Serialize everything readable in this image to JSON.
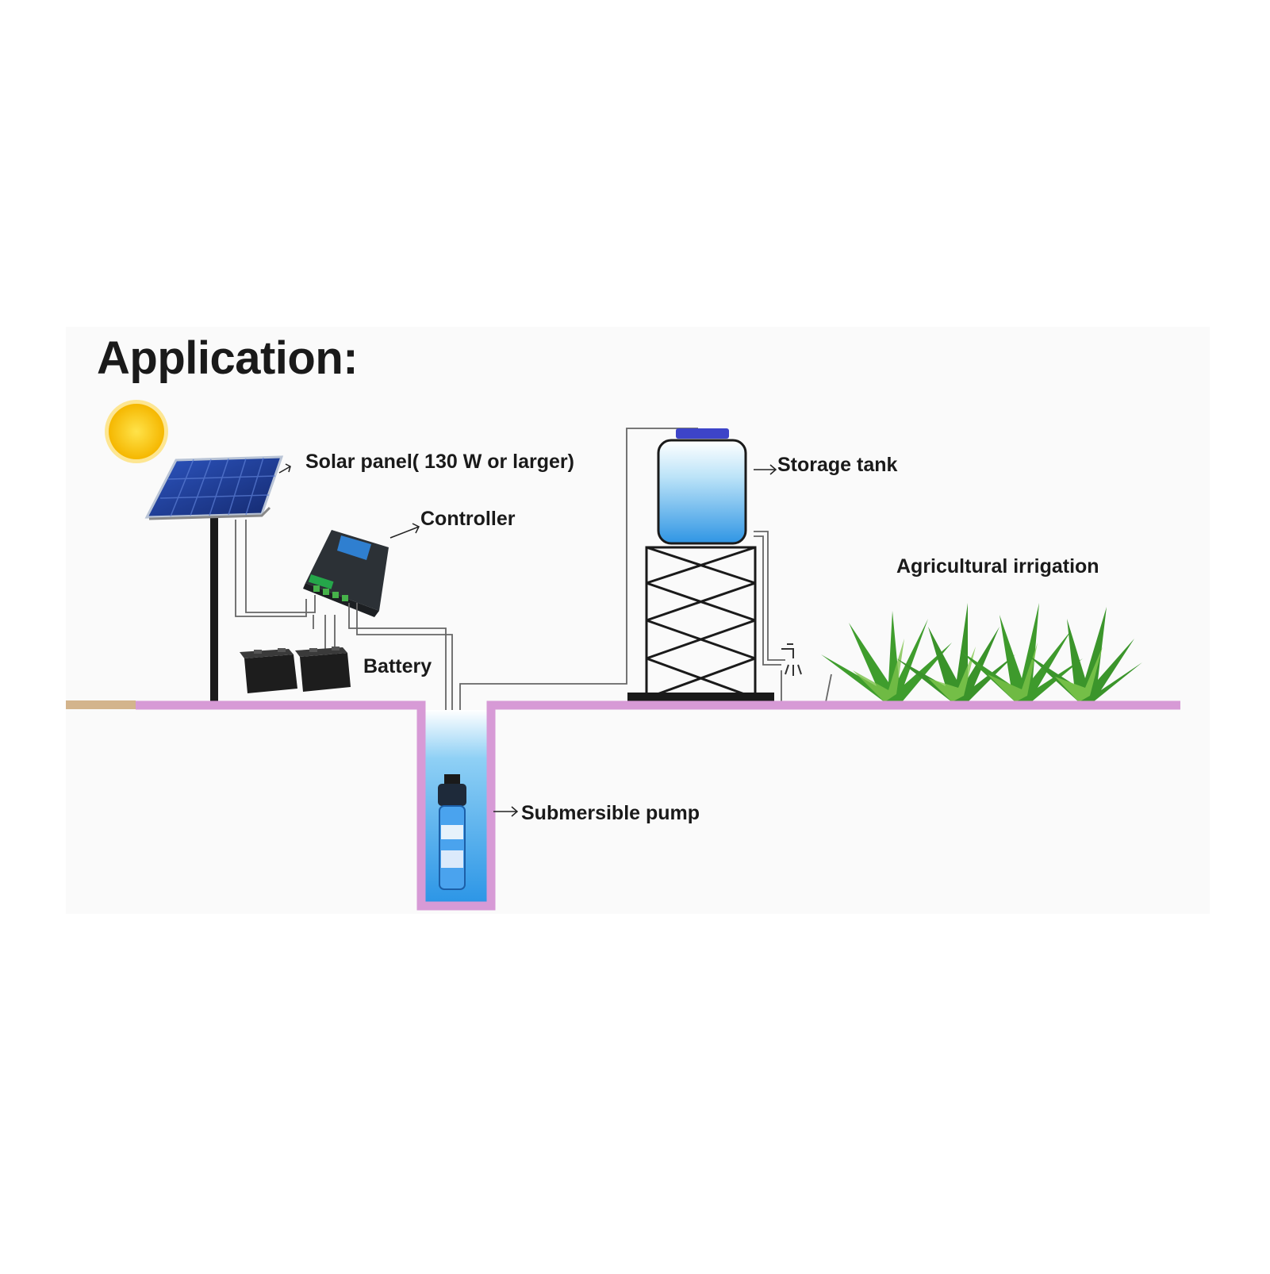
{
  "title": "Application:",
  "labels": {
    "solar_panel": "Solar panel( 130 W or larger)",
    "controller": "Controller",
    "battery": "Battery",
    "storage_tank": "Storage tank",
    "agricultural_irrigation": "Agricultural irrigation",
    "submersible_pump": "Submersible pump"
  },
  "colors": {
    "ground": "#d79ad6",
    "ground_left": "#d3b48c",
    "water": "#3a9de8",
    "sun": "#f9c400",
    "panel": "#1f3f9a",
    "controller_body": "#2a2f33",
    "plants": "#3a9b2c"
  }
}
